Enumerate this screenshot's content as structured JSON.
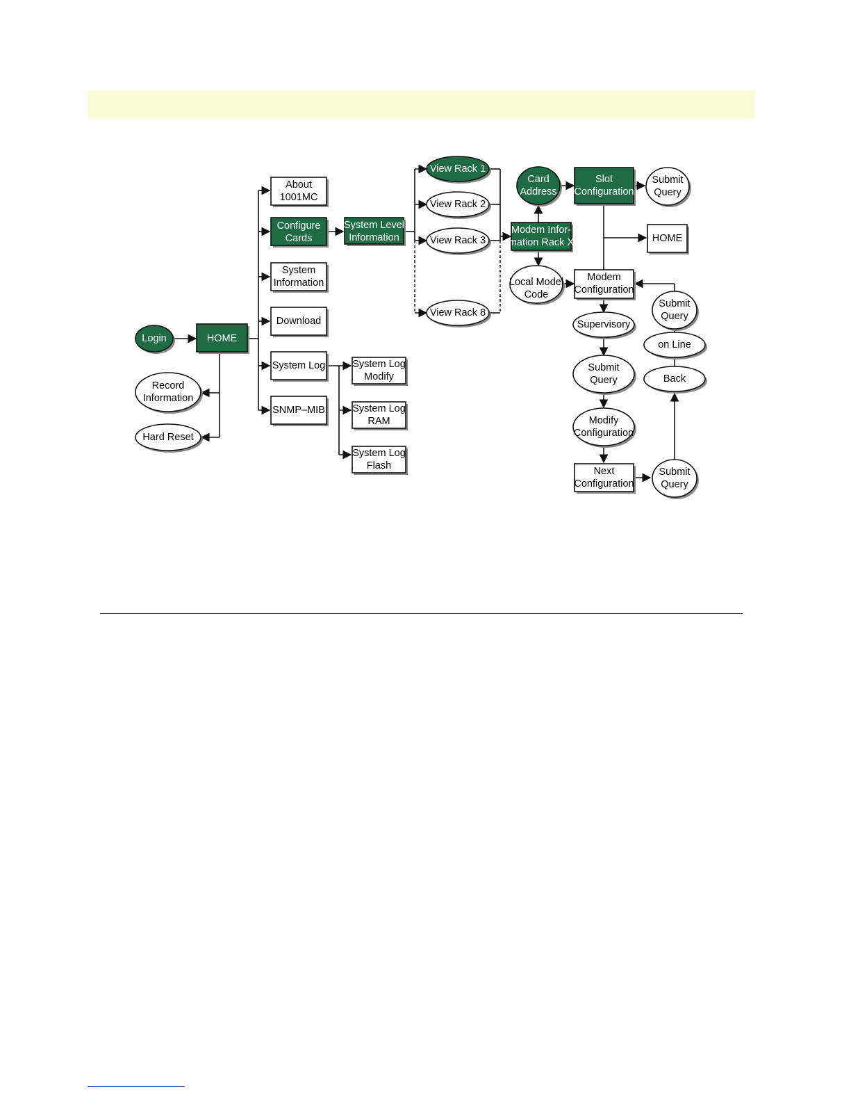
{
  "colors": {
    "dark": "#1f6b43",
    "light": "#ffffff",
    "stroke": "#111111",
    "shadow": "#8a8a8a"
  },
  "nodes": {
    "login": "Login",
    "home": "HOME",
    "record_information": [
      "Record",
      "Information"
    ],
    "hard_reset": "Hard Reset",
    "about": [
      "About",
      "1001MC"
    ],
    "configure_cards": [
      "Configure",
      "Cards"
    ],
    "system_information": [
      "System",
      "Information"
    ],
    "download": "Download",
    "system_log": "System Log",
    "snmp_mib": "SNMP–MIB",
    "system_log_modify": [
      "System Log",
      "Modify"
    ],
    "system_log_ram": [
      "System Log",
      "RAM"
    ],
    "system_log_flash": [
      "System Log",
      "Flash"
    ],
    "system_level_information": [
      "System Level",
      "Information"
    ],
    "view_rack_1": "View Rack 1",
    "view_rack_2": "View Rack 2",
    "view_rack_3": "View Rack 3",
    "view_rack_8": "View Rack 8",
    "modem_information_rack": [
      "Modem Infor-",
      "mation Rack X"
    ],
    "card_address": [
      "Card",
      "Address"
    ],
    "slot_configuration": [
      "Slot",
      "Configuration"
    ],
    "submit_query_slot": [
      "Submit",
      "Query"
    ],
    "home_right": "HOME",
    "local_model_code": [
      "Local Model",
      "Code"
    ],
    "modem_configuration": [
      "Modem",
      "Configuration"
    ],
    "supervisory": "Supervisory",
    "submit_query_supervisory": [
      "Submit",
      "Query"
    ],
    "modify_configuration": [
      "Modify",
      "Configuration"
    ],
    "next_configuration": [
      "Next",
      "Configuration"
    ],
    "submit_query_next": [
      "Submit",
      "Query"
    ],
    "back": "Back",
    "on_line": "on Line",
    "submit_query_online": [
      "Submit",
      "Query"
    ]
  }
}
